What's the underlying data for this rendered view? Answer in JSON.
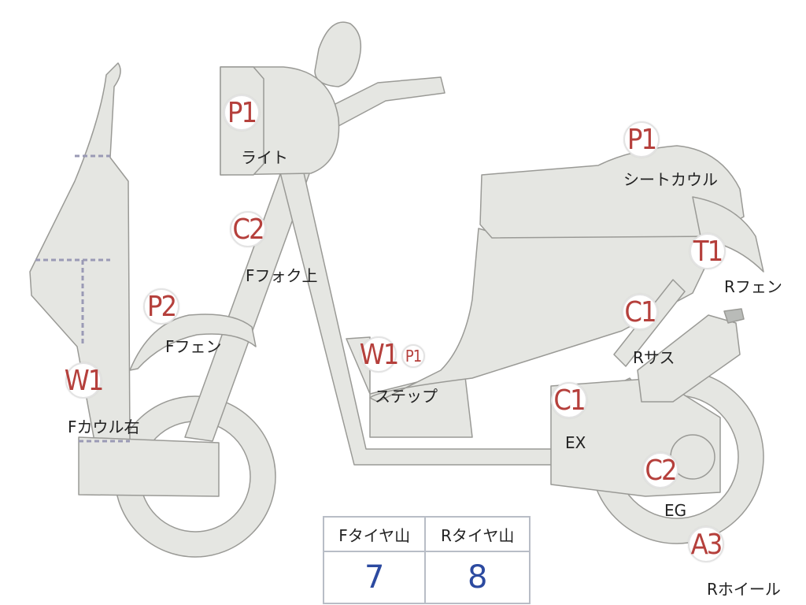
{
  "colors": {
    "body": "#e5e6e2",
    "outline": "#9a9a96",
    "badge_text": "#b5403c",
    "value_text": "#2c4aa0"
  },
  "markers": [
    {
      "code": "P1",
      "label": "ライト"
    },
    {
      "code": "C2",
      "label": "Fフォク上"
    },
    {
      "code": "P2",
      "label": "Fフェン"
    },
    {
      "code": "W1",
      "label": "Fカウル右"
    },
    {
      "code": "W1",
      "label": "ステップ"
    },
    {
      "code": "P1",
      "label": ""
    },
    {
      "code": "P1",
      "label": "シートカウル"
    },
    {
      "code": "T1",
      "label": "Rフェン"
    },
    {
      "code": "C1",
      "label": "Rサス"
    },
    {
      "code": "C1",
      "label": "EX"
    },
    {
      "code": "C2",
      "label": "EG"
    },
    {
      "code": "A3",
      "label": "Rホイール"
    }
  ],
  "tread_table": {
    "headers": [
      "Fタイヤ山",
      "Rタイヤ山"
    ],
    "values": [
      "7",
      "8"
    ]
  }
}
